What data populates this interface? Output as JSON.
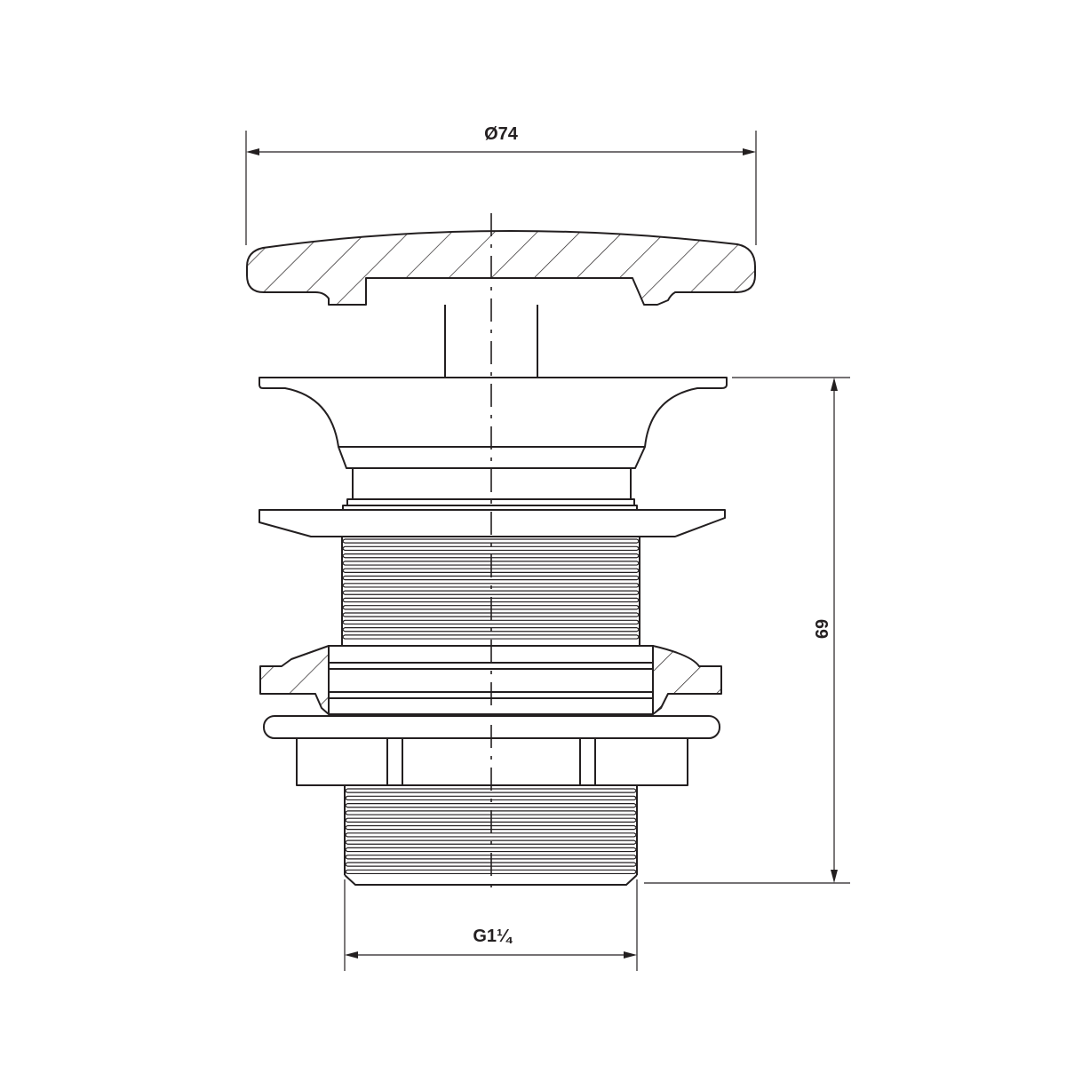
{
  "dimensions": {
    "top_diameter": "Ø74",
    "overall_height": "69",
    "thread_size": "G1¼"
  },
  "colors": {
    "line": "#231f20",
    "background": "#ffffff"
  }
}
